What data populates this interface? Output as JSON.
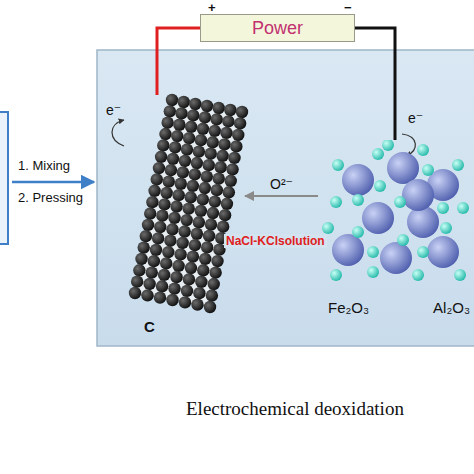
{
  "diagram": {
    "caption": "Electrochemical deoxidation",
    "nodes": [
      {
        "text": [
          "Power"
        ]
      },
      {
        "text": [
          "C"
        ]
      },
      {
        "text": [
          "Fe₂O₃",
          "Al₂O₃"
        ]
      }
    ],
    "edges": [
      {
        "from": 0,
        "to": 1,
        "arrow": "none"
      },
      {
        "from": 0,
        "to": 2,
        "arrow": "none"
      },
      {
        "from": 2,
        "to": 1,
        "label": "O²⁻",
        "arrow": "to"
      }
    ],
    "labels": [
      "+",
      "−",
      "e⁻",
      "e⁻",
      "1. Mixing",
      "2. Pressing",
      "NaCl-KClsolution"
    ]
  }
}
